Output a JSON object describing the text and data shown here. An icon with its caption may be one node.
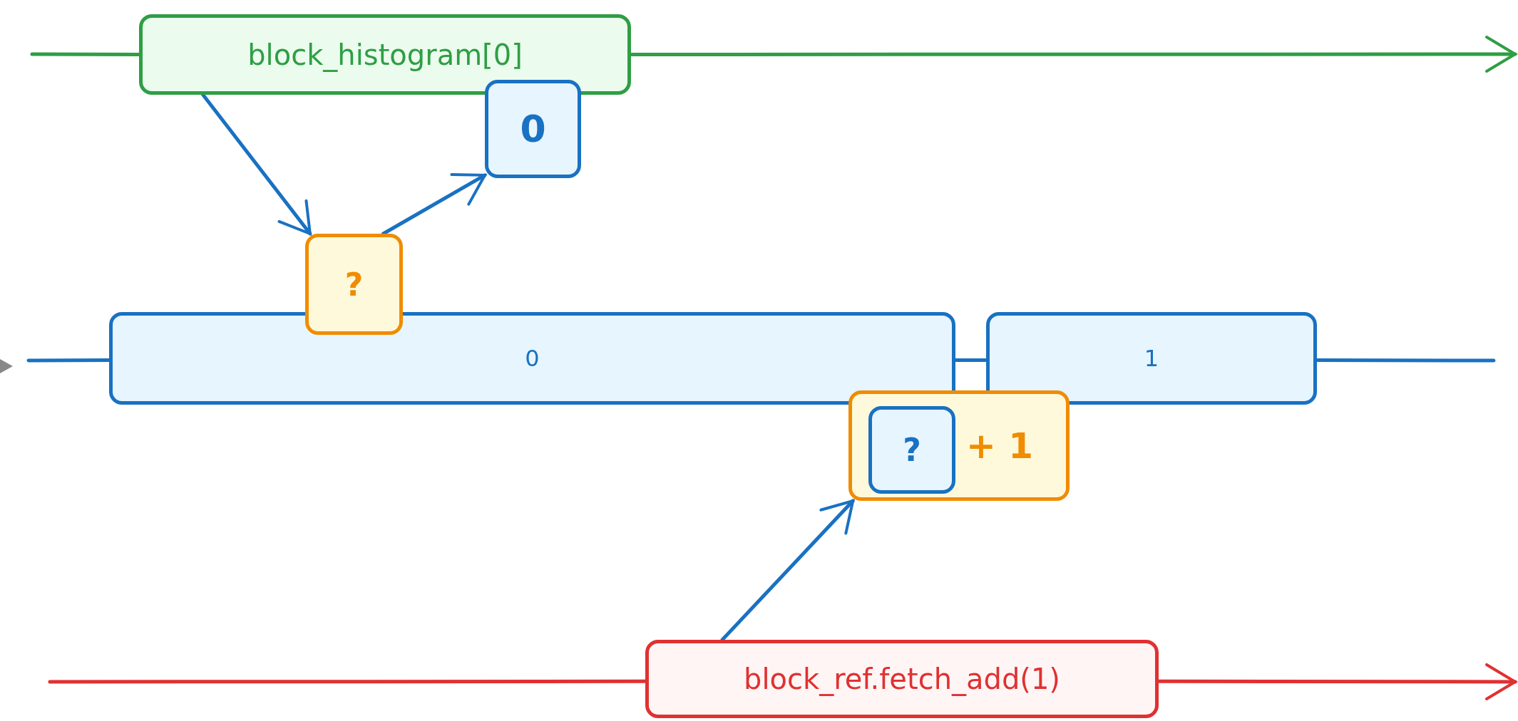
{
  "diagram": {
    "nodes": [
      {
        "text": [
          "block_histogram[0]"
        ]
      },
      {
        "text": [
          "0"
        ]
      },
      {
        "text": [
          "?"
        ]
      },
      {
        "text": [
          "0"
        ]
      },
      {
        "text": [
          "1"
        ]
      },
      {
        "text": [
          "+ 1"
        ]
      },
      {
        "text": [
          "?"
        ],
        "in": 5
      },
      {
        "text": [
          "block_ref.fetch_add(1)"
        ]
      }
    ],
    "edges": [
      {
        "from": null,
        "to": 0,
        "arrow": "none",
        "color": "#2f9e44"
      },
      {
        "from": 0,
        "to": null,
        "arrow": "to",
        "color": "#2f9e44"
      },
      {
        "from": null,
        "to": 3,
        "arrow": "none"
      },
      {
        "from": 3,
        "to": 4,
        "arrow": "none"
      },
      {
        "from": 4,
        "to": null,
        "arrow": "none"
      },
      {
        "from": null,
        "to": 7,
        "arrow": "none",
        "color": "#e03131"
      },
      {
        "from": 7,
        "to": null,
        "arrow": "to",
        "color": "#e03131"
      },
      {
        "from": 0,
        "to": 2,
        "arrow": "to"
      },
      {
        "from": 2,
        "to": 1,
        "arrow": "to"
      },
      {
        "from": 7,
        "to": 5,
        "arrow": "to"
      }
    ]
  }
}
